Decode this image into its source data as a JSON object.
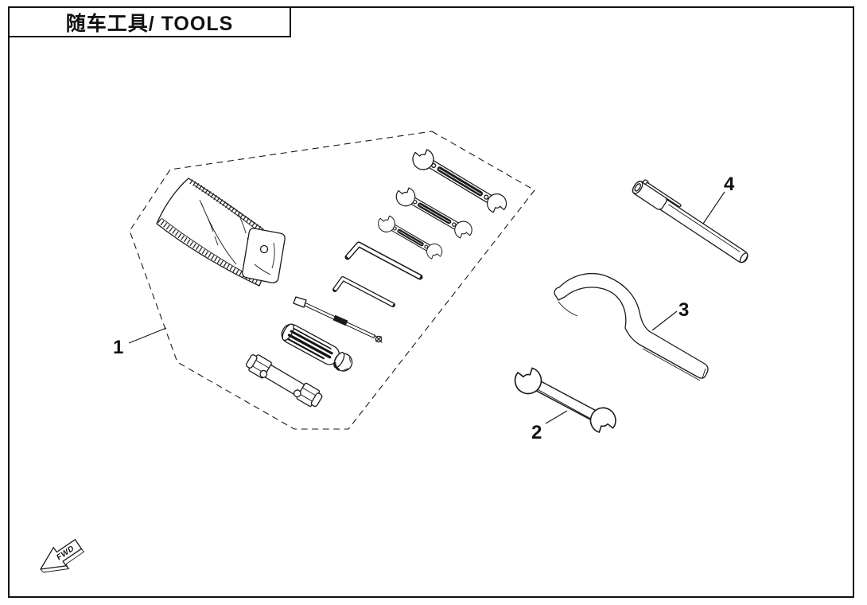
{
  "page": {
    "background": "#ffffff",
    "line_color": "#1a1a1a"
  },
  "header": {
    "title": "随车工具/ TOOLS"
  },
  "diagram": {
    "callouts": [
      {
        "id": "callout-1",
        "label": "1"
      },
      {
        "id": "callout-2",
        "label": "2"
      },
      {
        "id": "callout-3",
        "label": "3"
      },
      {
        "id": "callout-4",
        "label": "4"
      }
    ],
    "direction_indicator": {
      "label": "FWD"
    }
  }
}
